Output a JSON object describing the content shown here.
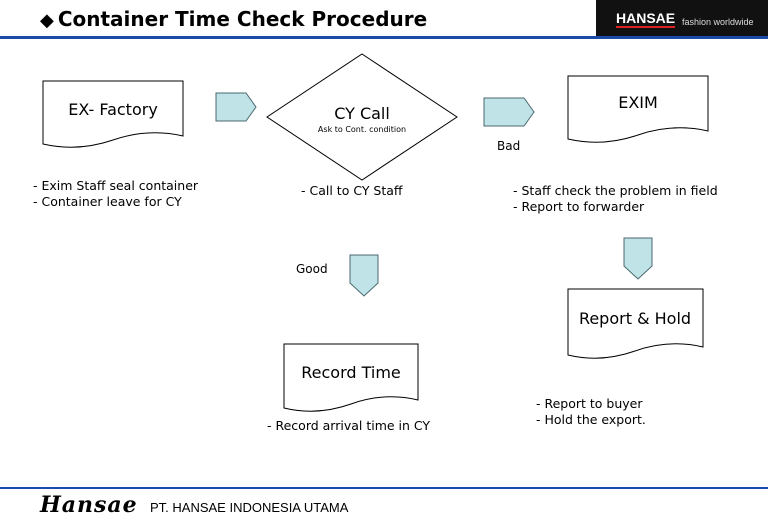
{
  "header": {
    "title_marker": "◆",
    "title": "Container Time Check Procedure",
    "brand_logo": "HANSAE",
    "brand_tagline": "fashion worldwide"
  },
  "flow": {
    "ex_factory": {
      "label": "EX- Factory",
      "notes": [
        "- Exim Staff seal container",
        "- Container leave for CY"
      ]
    },
    "cy_call": {
      "label": "CY Call",
      "sublabel": "Ask to Cont. condition",
      "notes": [
        "- Call to CY Staff"
      ]
    },
    "exim": {
      "label": "EXIM",
      "notes": [
        "- Staff check the problem in field",
        "- Report to forwarder"
      ]
    },
    "report_hold": {
      "label": "Report & Hold",
      "notes": [
        "- Report to buyer",
        "- Hold the export."
      ]
    },
    "record_time": {
      "label": "Record Time",
      "notes": [
        "- Record arrival time in CY"
      ]
    },
    "branch_bad": "Bad",
    "branch_good": "Good"
  },
  "colors": {
    "arrow_fill": "#bfe3e6",
    "rule": "#1b4aa8"
  },
  "footer": {
    "logo": "Hansae",
    "company": "PT. HANSAE INDONESIA UTAMA"
  }
}
